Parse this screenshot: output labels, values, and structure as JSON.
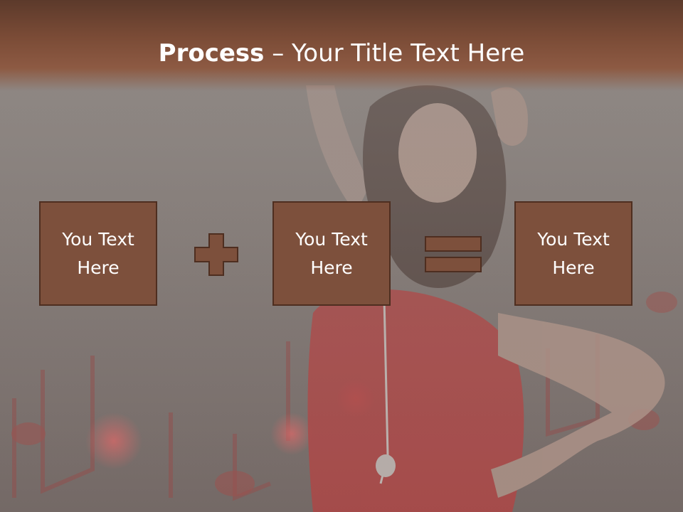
{
  "slide": {
    "title_bold": "Process",
    "title_dash": " – ",
    "title_rest": "Your Title Text Here",
    "boxes": [
      {
        "text": "You Text Here"
      },
      {
        "text": "You Text Here"
      },
      {
        "text": "You Text Here"
      }
    ],
    "operators": [
      "plus-sign",
      "equals-sign"
    ],
    "colors": {
      "title_bar": "#7a4b36",
      "box_fill": "#7d503c",
      "box_border": "#4e2e20",
      "background": "#8f8884",
      "dress_red": "#b23a3a"
    }
  }
}
